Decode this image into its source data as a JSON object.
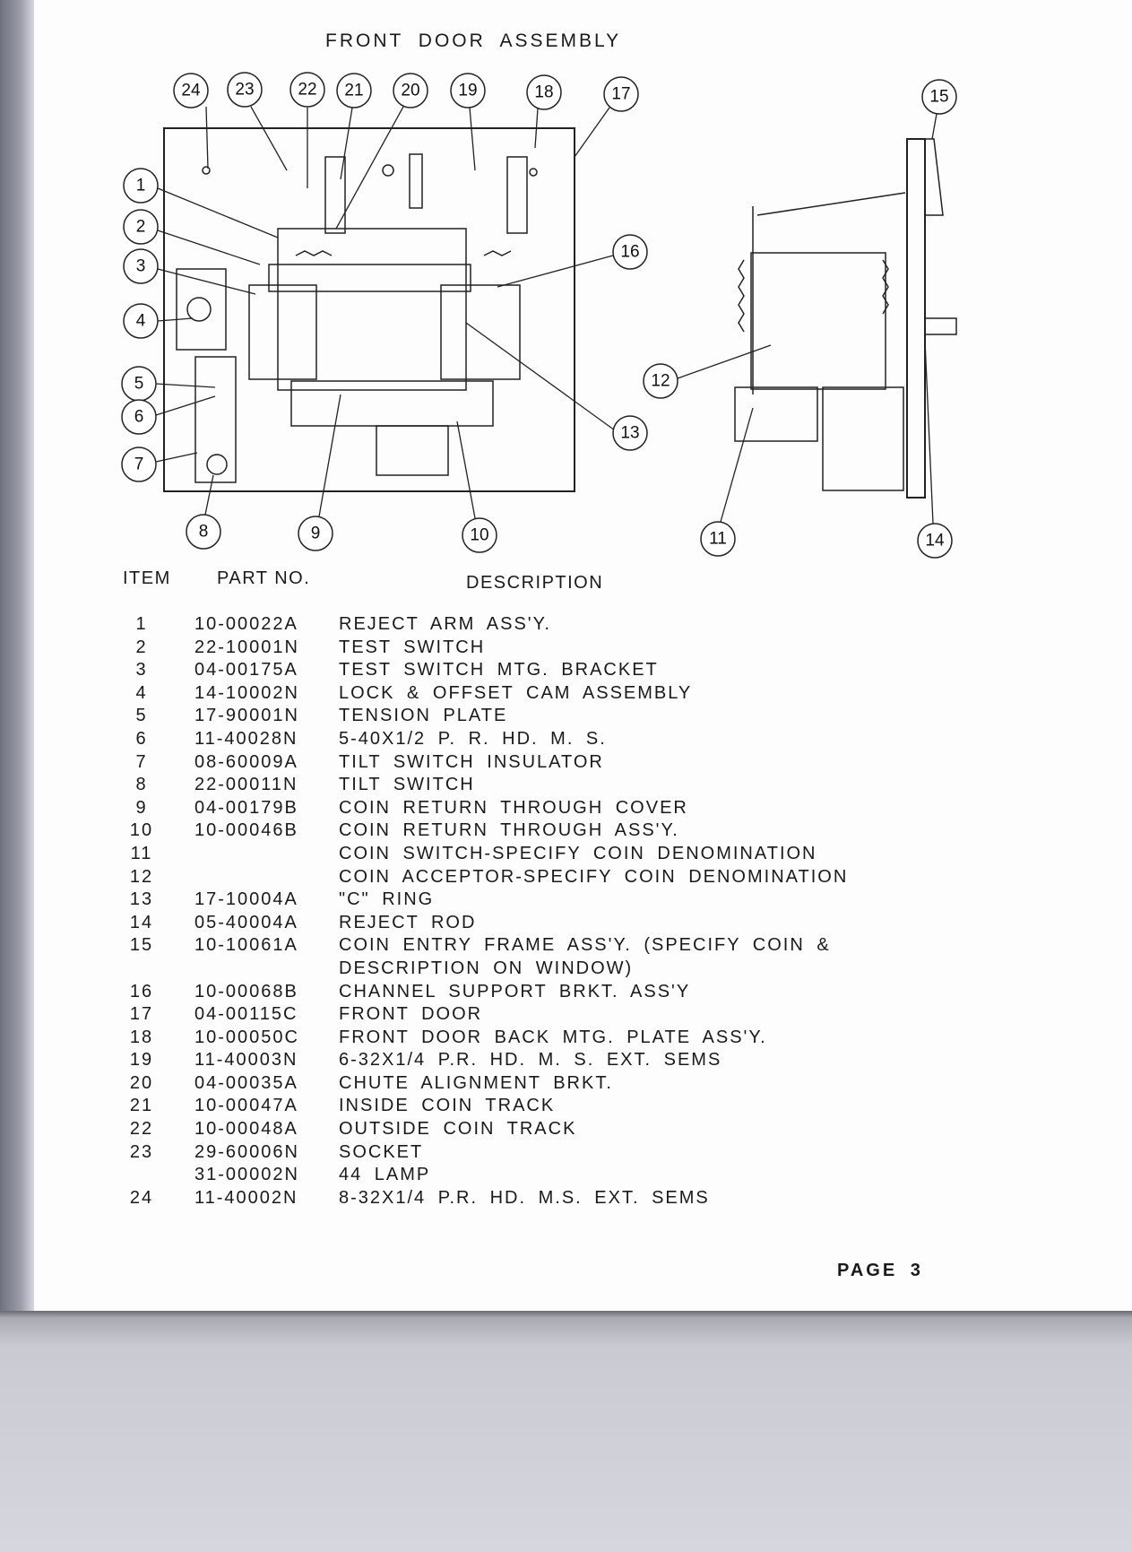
{
  "title": "FRONT DOOR ASSEMBLY",
  "callouts": [
    "1",
    "2",
    "3",
    "4",
    "5",
    "6",
    "7",
    "8",
    "9",
    "10",
    "11",
    "12",
    "13",
    "14",
    "15",
    "16",
    "17",
    "18",
    "19",
    "20",
    "21",
    "22",
    "23",
    "24"
  ],
  "table": {
    "headers": {
      "item": "ITEM",
      "part": "PART NO.",
      "description": "DESCRIPTION"
    },
    "rows": [
      {
        "item": "1",
        "part": "10-00022A",
        "description": "REJECT ARM ASS'Y."
      },
      {
        "item": "2",
        "part": "22-10001N",
        "description": "TEST SWITCH"
      },
      {
        "item": "3",
        "part": "04-00175A",
        "description": "TEST SWITCH MTG. BRACKET"
      },
      {
        "item": "4",
        "part": "14-10002N",
        "description": "LOCK & OFFSET CAM ASSEMBLY"
      },
      {
        "item": "5",
        "part": "17-90001N",
        "description": "TENSION PLATE"
      },
      {
        "item": "6",
        "part": "11-40028N",
        "description": "5-40X1/2 P. R. HD. M. S."
      },
      {
        "item": "7",
        "part": "08-60009A",
        "description": "TILT SWITCH INSULATOR"
      },
      {
        "item": "8",
        "part": "22-00011N",
        "description": "TILT SWITCH"
      },
      {
        "item": "9",
        "part": "04-00179B",
        "description": "COIN RETURN THROUGH COVER"
      },
      {
        "item": "10",
        "part": "10-00046B",
        "description": "COIN RETURN THROUGH ASS'Y."
      },
      {
        "item": "11",
        "part": "",
        "description": "COIN SWITCH-SPECIFY COIN DENOMINATION"
      },
      {
        "item": "12",
        "part": "",
        "description": "COIN ACCEPTOR-SPECIFY COIN DENOMINATION"
      },
      {
        "item": "13",
        "part": "17-10004A",
        "description": "\"C\" RING"
      },
      {
        "item": "14",
        "part": "05-40004A",
        "description": "REJECT ROD"
      },
      {
        "item": "15",
        "part": "10-10061A",
        "description": "COIN ENTRY FRAME ASS'Y. (SPECIFY COIN &"
      },
      {
        "item": "",
        "part": "",
        "description": "DESCRIPTION ON WINDOW)"
      },
      {
        "item": "16",
        "part": "10-00068B",
        "description": "CHANNEL SUPPORT BRKT. ASS'Y"
      },
      {
        "item": "17",
        "part": "04-00115C",
        "description": "FRONT DOOR"
      },
      {
        "item": "18",
        "part": "10-00050C",
        "description": "FRONT DOOR BACK MTG. PLATE ASS'Y."
      },
      {
        "item": "19",
        "part": "11-40003N",
        "description": "6-32X1/4 P.R. HD. M. S. EXT. SEMS"
      },
      {
        "item": "20",
        "part": "04-00035A",
        "description": "CHUTE ALIGNMENT BRKT."
      },
      {
        "item": "21",
        "part": "10-00047A",
        "description": "INSIDE COIN TRACK"
      },
      {
        "item": "22",
        "part": "10-00048A",
        "description": "OUTSIDE COIN TRACK"
      },
      {
        "item": "23",
        "part": "29-60006N",
        "description": "SOCKET"
      },
      {
        "item": "",
        "part": "31-00002N",
        "description": "44 LAMP"
      },
      {
        "item": "24",
        "part": "11-40002N",
        "description": "8-32X1/4 P.R. HD. M.S. EXT. SEMS"
      }
    ]
  },
  "footer": {
    "page": "PAGE 3"
  }
}
